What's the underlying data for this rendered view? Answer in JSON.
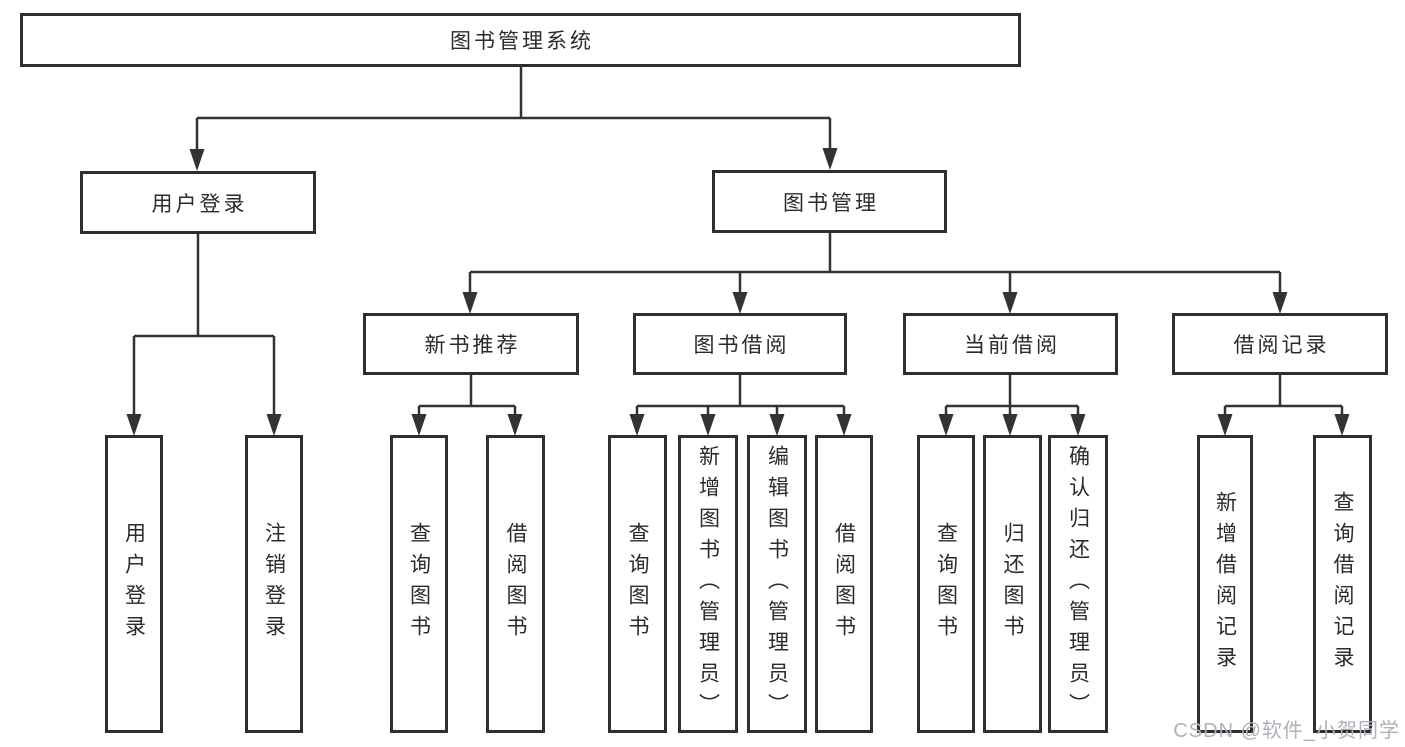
{
  "tree": {
    "label": "图书管理系统",
    "children": [
      {
        "label": "用户登录",
        "children": [
          {
            "label": "用户登录"
          },
          {
            "label": "注销登录"
          }
        ]
      },
      {
        "label": "图书管理",
        "children": [
          {
            "label": "新书推荐",
            "children": [
              {
                "label": "查询图书"
              },
              {
                "label": "借阅图书"
              }
            ]
          },
          {
            "label": "图书借阅",
            "children": [
              {
                "label": "查询图书"
              },
              {
                "label": "新增图书（管理员）"
              },
              {
                "label": "编辑图书（管理员）"
              },
              {
                "label": "借阅图书"
              }
            ]
          },
          {
            "label": "当前借阅",
            "children": [
              {
                "label": "查询图书"
              },
              {
                "label": "归还图书"
              },
              {
                "label": "确认归还（管理员）"
              }
            ]
          },
          {
            "label": "借阅记录",
            "children": [
              {
                "label": "新增借阅记录"
              },
              {
                "label": "查询借阅记录"
              }
            ]
          }
        ]
      }
    ]
  },
  "watermark": {
    "text": "CSDN @软件_小贺同学"
  },
  "colors": {
    "line": "#333333",
    "border": "#2e2e2e",
    "text": "#2b2b2b",
    "watermark": "#aeb2b8",
    "bg": "#ffffff"
  }
}
